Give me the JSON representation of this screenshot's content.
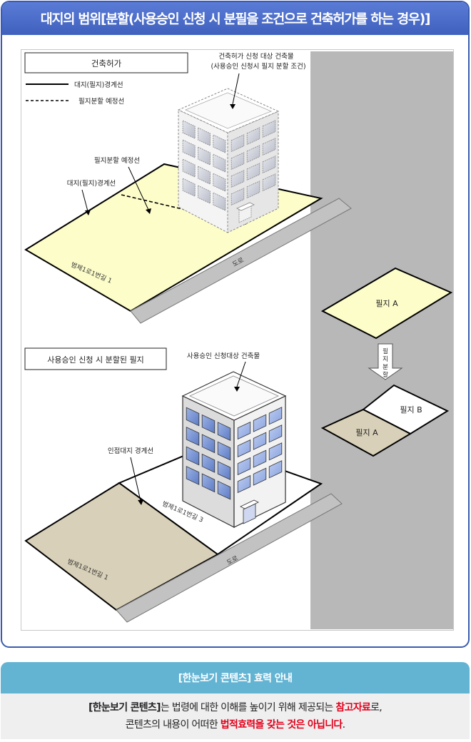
{
  "header": {
    "title": "대지의 범위[분할(사용승인 신청 시 분필을 조건으로 건축허가를 하는 경우)]"
  },
  "top_panel": {
    "box_label": "건축허가",
    "legend_solid": "대지(필지)경계선",
    "legend_dashed": "필지분할 예정선",
    "building_callout_1": "건축허가 신청 대상 건축물",
    "building_callout_2": "(사용승인 신청시 필지 분할 조건)",
    "callout_split_line": "필지분할 예정선",
    "callout_boundary": "대지(필지)경계선",
    "lot_label": "범제1로1번길 1",
    "road_label": "도로"
  },
  "bottom_panel": {
    "box_label": "사용승인 신청 시 분할된 필지",
    "building_callout": "사용승인 신청대상 건축물",
    "callout_adjacent": "인접대지 경계선",
    "lot_label_right": "범제1로1번길 3",
    "lot_label_left": "범제1로1번길 1",
    "road_label": "도로"
  },
  "side_panel": {
    "parcel_a": "필지 A",
    "arrow_label": [
      "필",
      "지",
      "분",
      "할"
    ],
    "parcel_b": "필지 B",
    "parcel_a_split": "필지 A"
  },
  "notice": {
    "title": "[한눈보기 콘텐츠] 효력 안내",
    "line1_bold": "[한눈보기 콘텐츠]",
    "line1_mid": "는 법령에 대한 이해를 높이기 위해 제공되는 ",
    "line1_red": "참고자료",
    "line1_end": "로,",
    "line2_start": "콘텐츠의 내용이 어떠한 ",
    "line2_red": "법적효력을 갖는 것은 아닙니다",
    "line2_end": "."
  },
  "colors": {
    "header_blue": "#4a6cc8",
    "notice_teal": "#63b4d3",
    "lot_yellow": "#fdfdca",
    "lot_tan": "#d8d0b8",
    "road_gray": "#b8b8b8",
    "window_blue": "#7d99d8",
    "accent_red": "#e0001b"
  }
}
